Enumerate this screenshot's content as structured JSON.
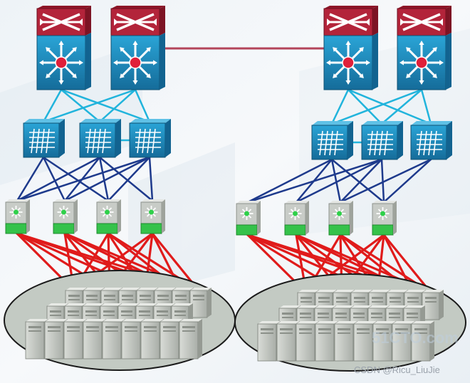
{
  "diagram": {
    "colors": {
      "core_link": "#21b4dc",
      "aggregation_link": "#1e3a8c",
      "server_link": "#e01b1b",
      "router_red": "#b3243a",
      "switch_blue": "#1e8fbf",
      "access_green": "#35c24a",
      "server_gray": "#c3c7c2",
      "cluster_fill": "#c3cac3"
    },
    "left_pod": {
      "core_devices": [
        {
          "name": "core-router-left-a",
          "icon": "layer3-switch-icon"
        },
        {
          "name": "core-router-left-b",
          "icon": "layer3-switch-icon"
        }
      ],
      "aggregation_switches": [
        {
          "name": "aggregation-switch-left-1",
          "icon": "atm-switch-icon"
        },
        {
          "name": "aggregation-switch-left-2",
          "icon": "atm-switch-icon"
        },
        {
          "name": "aggregation-switch-left-3",
          "icon": "atm-switch-icon"
        }
      ],
      "access_switches": [
        {
          "name": "access-switch-left-1",
          "icon": "access-switch-icon"
        },
        {
          "name": "access-switch-left-2",
          "icon": "access-switch-icon"
        },
        {
          "name": "access-switch-left-3",
          "icon": "access-switch-icon"
        },
        {
          "name": "access-switch-left-4",
          "icon": "access-switch-icon"
        }
      ],
      "server_cluster_icon": "server-rack-icon"
    },
    "right_pod": {
      "core_devices": [
        {
          "name": "core-router-right-a",
          "icon": "layer3-switch-icon"
        },
        {
          "name": "core-router-right-b",
          "icon": "layer3-switch-icon"
        }
      ],
      "aggregation_switches": [
        {
          "name": "aggregation-switch-right-1",
          "icon": "atm-switch-icon"
        },
        {
          "name": "aggregation-switch-right-2",
          "icon": "atm-switch-icon"
        },
        {
          "name": "aggregation-switch-right-3",
          "icon": "atm-switch-icon"
        }
      ],
      "access_switches": [
        {
          "name": "access-switch-right-1",
          "icon": "access-switch-icon"
        },
        {
          "name": "access-switch-right-2",
          "icon": "access-switch-icon"
        },
        {
          "name": "access-switch-right-3",
          "icon": "access-switch-icon"
        },
        {
          "name": "access-switch-right-4",
          "icon": "access-switch-icon"
        }
      ],
      "server_cluster_icon": "server-rack-icon"
    },
    "watermark": "CSDN @Ricu_LiuJie",
    "background_watermark": "51CTO.com"
  }
}
